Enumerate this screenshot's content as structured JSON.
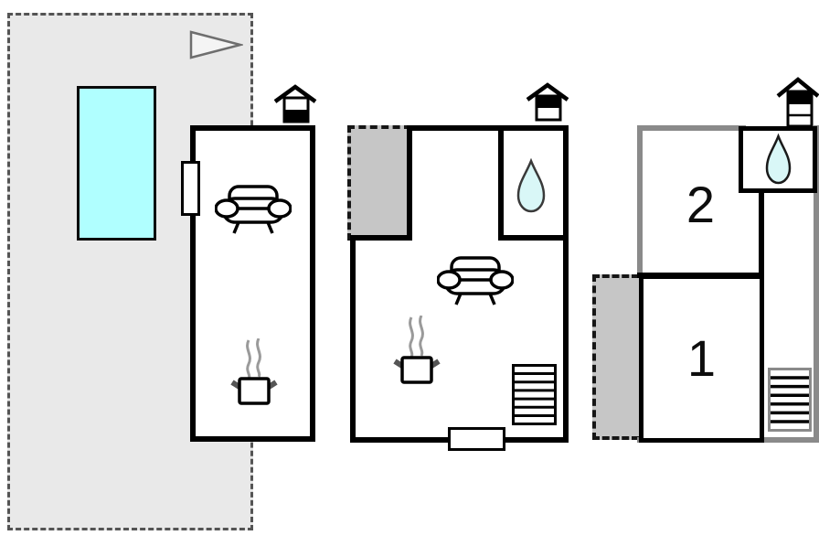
{
  "title": "holiday-home-floor-plan",
  "colors": {
    "site_fill": "#e9e9e9",
    "terrace_fill": "#c6c6c6",
    "pool_fill": "#b0ffff",
    "water_drop_fill": "#d9f7f7",
    "wall_black": "#000000",
    "upper_floor_wall_gray": "#8a8a8a",
    "steam_gray": "#9a9a9a"
  },
  "site": {
    "name": "outdoor-area",
    "icons": [
      "direction-arrow-icon",
      "swimming-pool"
    ]
  },
  "plans": [
    {
      "name": "annex-ground-floor",
      "level_icon": "house-level-icon-lower-black",
      "features": [
        "entrance-door",
        "sofa",
        "cooking-pot"
      ]
    },
    {
      "name": "main-house-ground-floor",
      "level_icon": "house-level-icon-upper-black",
      "features": [
        "covered-terrace",
        "bathroom-water-drop",
        "sofa",
        "cooking-pot",
        "stairs",
        "entrance-door"
      ]
    },
    {
      "name": "main-house-upper-floor",
      "level_icon": "house-level-icon-top-black-three-bands",
      "features": [
        "covered-terrace",
        "bathroom-water-drop",
        "stairs"
      ],
      "rooms": [
        {
          "label": "2"
        },
        {
          "label": "1"
        }
      ]
    }
  ]
}
